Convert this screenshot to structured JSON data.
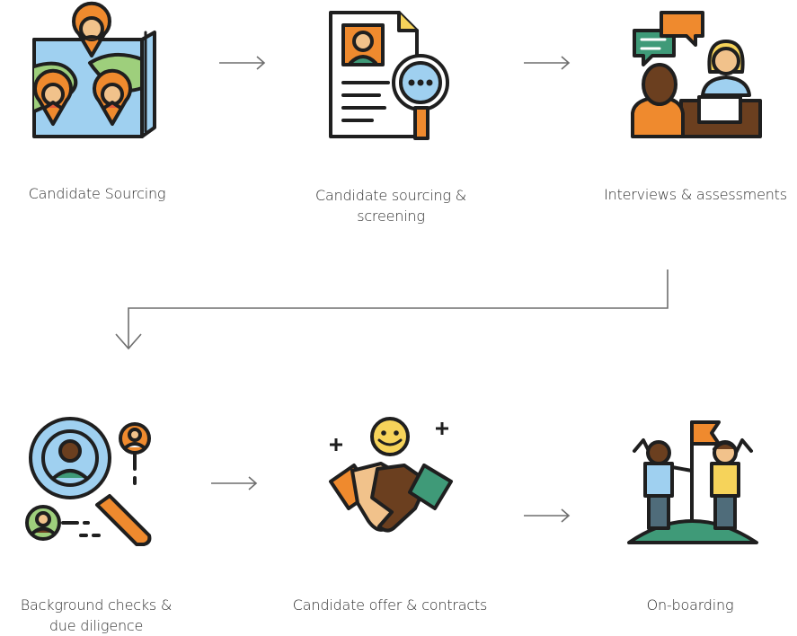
{
  "steps": [
    {
      "label": "Candidate Sourcing",
      "icon": "map-pins-icon"
    },
    {
      "label": "Candidate sourcing &\nscreening",
      "icon": "resume-magnifier-icon"
    },
    {
      "label": "Interviews & assessments",
      "icon": "interview-chat-icon"
    },
    {
      "label": "Background checks &\ndue diligence",
      "icon": "background-check-icon"
    },
    {
      "label": "Candidate offer & contracts",
      "icon": "handshake-icon"
    },
    {
      "label": "On-boarding",
      "icon": "team-summit-icon"
    }
  ],
  "colors": {
    "outline": "#1f1f1f",
    "orange": "#ef8a2e",
    "orange_dark": "#e0662a",
    "blue": "#9fd0f0",
    "green": "#9ecf7c",
    "teal": "#3f9a78",
    "yellow": "#f6d35a",
    "skin": "#f1c28b",
    "brown": "#6b3f1f",
    "red": "#e05a3a",
    "slate": "#4f6c7a",
    "arrow": "#6e6e6e"
  }
}
